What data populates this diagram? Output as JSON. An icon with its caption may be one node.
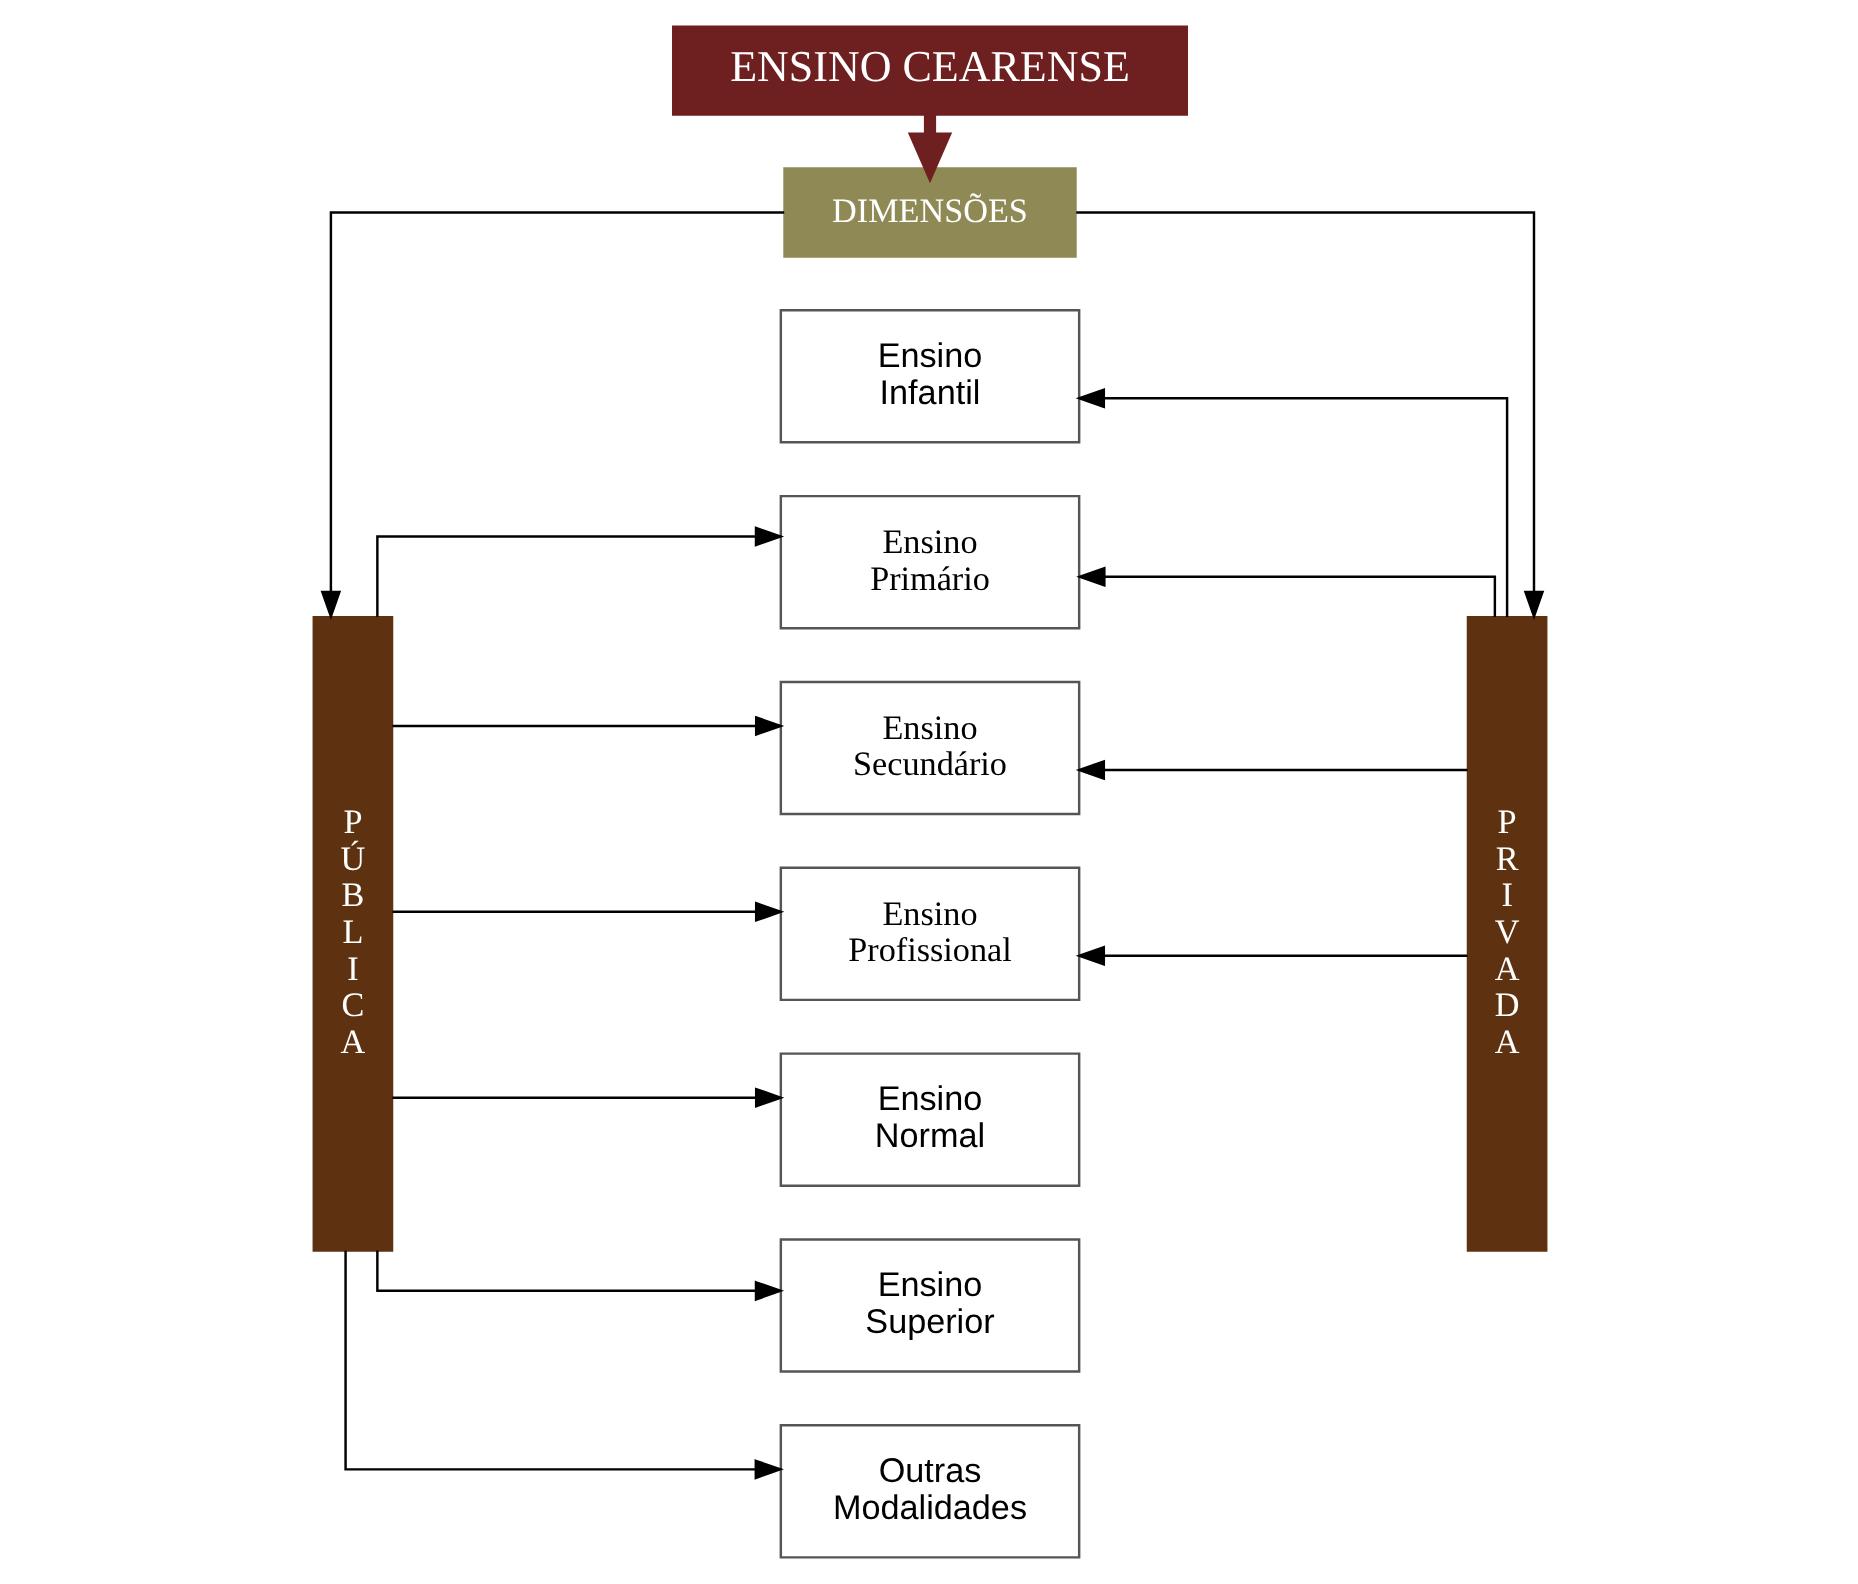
{
  "diagram": {
    "nodes": [
      {
        "text": [
          "ENSINO CEARENSE"
        ]
      },
      {
        "text": [
          "DIMENSÕES"
        ]
      },
      {
        "text": [
          "PÚBLICA"
        ]
      },
      {
        "text": [
          "PRIVADA"
        ]
      },
      {
        "text": [
          "Ensino Infantil"
        ]
      },
      {
        "text": [
          "Ensino Primário"
        ]
      },
      {
        "text": [
          "Ensino Secundário"
        ]
      },
      {
        "text": [
          "Ensino Profissional"
        ]
      },
      {
        "text": [
          "Ensino Normal"
        ]
      },
      {
        "text": [
          "Ensino Superior"
        ]
      },
      {
        "text": [
          "Outras Modalidades"
        ]
      }
    ],
    "edges": [
      {
        "from": 0,
        "to": 1,
        "arrow": "to",
        "style": "thick",
        "color": "#6e1f1f"
      },
      {
        "from": 1,
        "to": 2,
        "arrow": "to"
      },
      {
        "from": 1,
        "to": 3,
        "arrow": "to"
      },
      {
        "from": 2,
        "to": 5,
        "arrow": "to"
      },
      {
        "from": 2,
        "to": 6,
        "arrow": "to"
      },
      {
        "from": 2,
        "to": 7,
        "arrow": "to"
      },
      {
        "from": 2,
        "to": 8,
        "arrow": "to"
      },
      {
        "from": 2,
        "to": 9,
        "arrow": "to"
      },
      {
        "from": 2,
        "to": 10,
        "arrow": "to"
      },
      {
        "from": 3,
        "to": 4,
        "arrow": "to"
      },
      {
        "from": 3,
        "to": 5,
        "arrow": "to"
      },
      {
        "from": 3,
        "to": 6,
        "arrow": "to"
      },
      {
        "from": 3,
        "to": 7,
        "arrow": "to"
      }
    ]
  }
}
